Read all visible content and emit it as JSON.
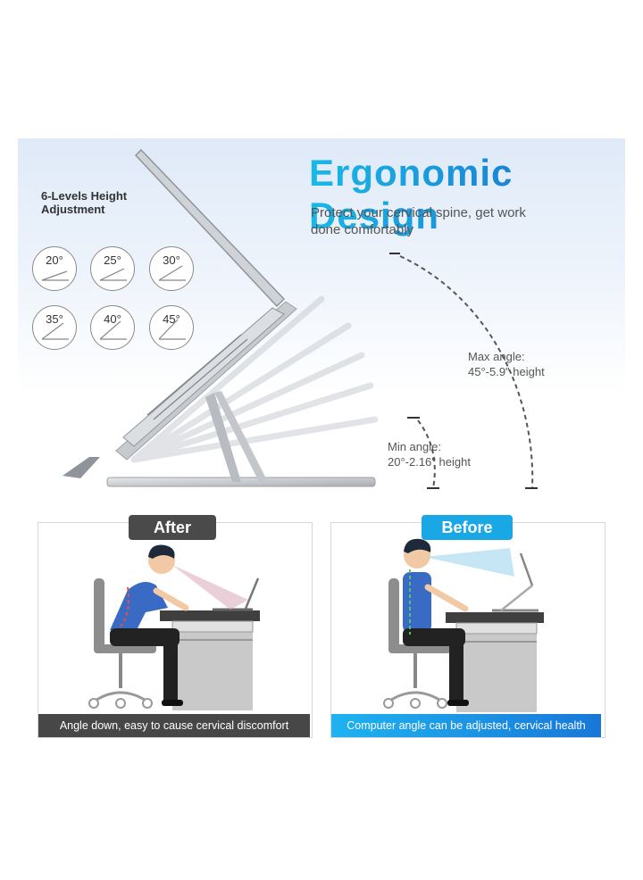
{
  "top": {
    "levels_title_line1": "6-Levels Height",
    "levels_title_line2": "Adjustment",
    "angles": [
      "20°",
      "25°",
      "30°",
      "35°",
      "40°",
      "45°"
    ],
    "title": "Ergonomic Design",
    "subtitle_line1": "Protect your cervical spine, get work",
    "subtitle_line2": "done comfortably",
    "max_line1": "Max angle:",
    "max_line2": "45°-5.9\" height",
    "min_line1": "Min angle:",
    "min_line2": "20°-2.16\" height"
  },
  "after": {
    "tag": "After",
    "caption": "Angle down, easy to cause cervical discomfort"
  },
  "before": {
    "tag": "Before",
    "caption": "Computer angle can be adjusted, cervical health"
  },
  "colors": {
    "title_gradient_start": "#19b9e8",
    "title_gradient_end": "#1a63c6",
    "after_tag": "#4a4a4a",
    "before_tag": "#1aa7e6",
    "shirt": "#3a6bc4"
  },
  "icons": {
    "stand": "laptop-stand-illustration",
    "angle": "angle-gauge-icon",
    "person": "seated-person-illustration"
  }
}
